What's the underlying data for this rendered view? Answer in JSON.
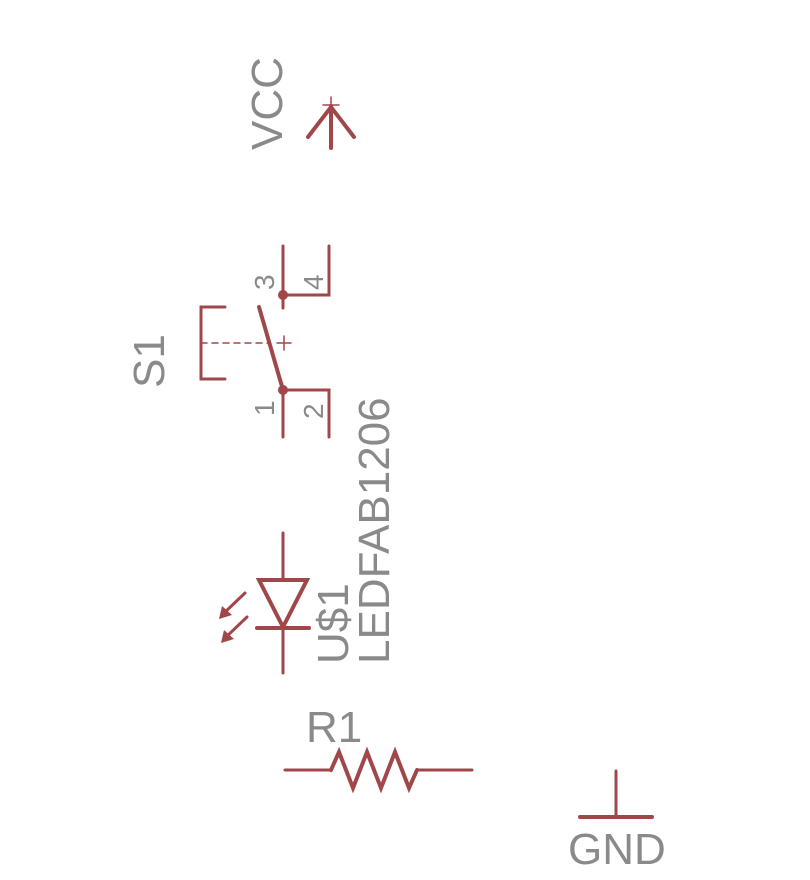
{
  "colors": {
    "wire": "#a0474a",
    "label": "#8a8a8a",
    "background": "#ffffff"
  },
  "vcc": {
    "label": "VCC"
  },
  "switch": {
    "name": "S1",
    "pins": {
      "p1": "1",
      "p2": "2",
      "p3": "3",
      "p4": "4"
    }
  },
  "led": {
    "name": "U$1",
    "value": "LEDFAB1206"
  },
  "resistor": {
    "name": "R1"
  },
  "gnd": {
    "label": "GND"
  }
}
